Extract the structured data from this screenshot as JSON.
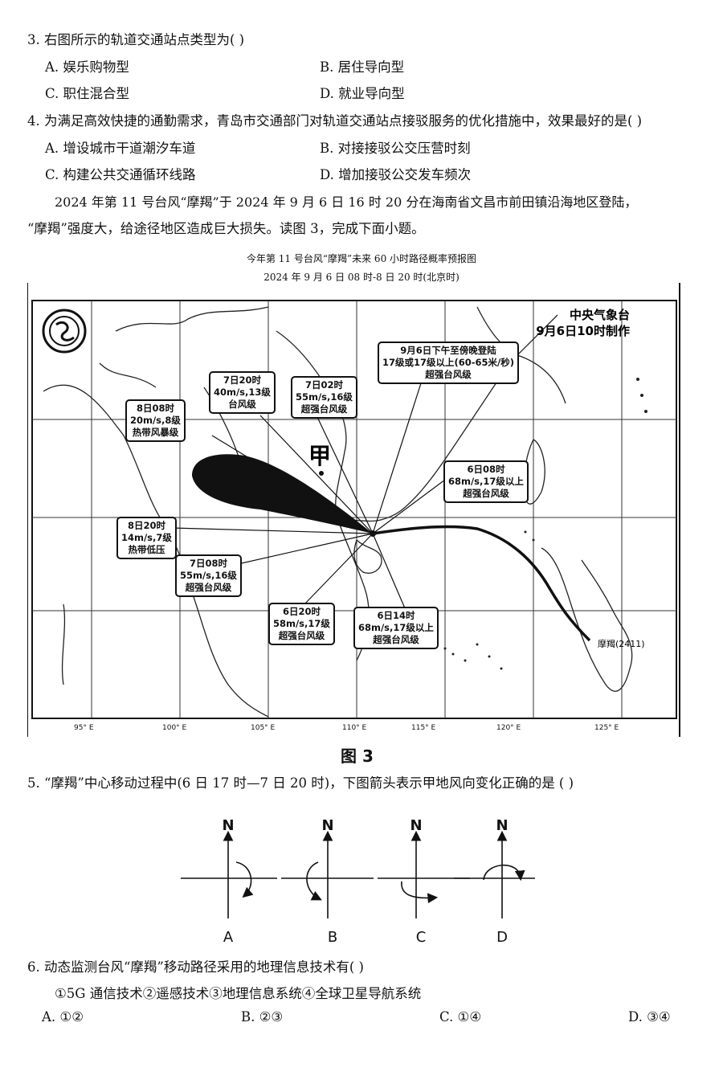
{
  "q3": {
    "stem": "3. 右图所示的轨道交通站点类型为( )",
    "options": [
      "A. 娱乐购物型",
      "B. 居住导向型",
      "C. 职住混合型",
      "D. 就业导向型"
    ]
  },
  "q4": {
    "stem": "4. 为满足高效快捷的通勤需求，青岛市交通部门对轨道交通站点接驳服务的优化措施中，效果最好的是( )",
    "options": [
      "A. 增设城市干道潮汐车道",
      "B. 对接接驳公交压营时刻",
      "C. 构建公共交通循环线路",
      "D. 增加接驳公交发车频次"
    ]
  },
  "intro": {
    "line1": "2024 年第 11 号台风“摩羯”于 2024 年 9 月 6 日 16 时 20 分在海南省文昌市前田镇沿海地区登陆，",
    "line2": "“摩羯”强度大，给途径地区造成巨大损失。读图 3，完成下面小题。"
  },
  "figure": {
    "title": "今年第 11 号台风“摩羯”未来 60 小时路径概率预报图",
    "subtitle": "2024 年 9 月 6 日 08 时-8 日 20 时(北京时)",
    "caption": "图 3",
    "agency": "中央气象台",
    "made": "9月6日10时制作",
    "place_label": "甲",
    "typhoon_label": "摩羯(2411)",
    "lon_labels": [
      "95° E",
      "100° E",
      "105° E",
      "110° E",
      "115° E",
      "120° E",
      "125° E"
    ],
    "labels": {
      "b1": [
        "8日08时",
        "20m/s,8级",
        "热带风暴级"
      ],
      "b2": [
        "7日20时",
        "40m/s,13级",
        "台风级"
      ],
      "b3": [
        "7日02时",
        "55m/s,16级",
        "超强台风级"
      ],
      "b4": [
        "9月6日下午至傍晚登陆",
        "17级或17级以上(60-65米/秒)",
        "超强台风级"
      ],
      "b5": [
        "6日08时",
        "68m/s,17级以上",
        "超强台风级"
      ],
      "b6": [
        "8日20时",
        "14m/s,7级",
        "热带低压"
      ],
      "b7": [
        "7日08时",
        "55m/s,16级",
        "超强台风级"
      ],
      "b8": [
        "6日20时",
        "58m/s,17级",
        "超强台风级"
      ],
      "b9": [
        "6日14时",
        "68m/s,17级以上",
        "超强台风级"
      ]
    }
  },
  "q5": {
    "stem": "5. “摩羯”中心移动过程中(6 日 17 时—7 日 20 时)，下图箭头表示甲地风向变化正确的是 ( )",
    "north": "N",
    "choices": [
      "A",
      "B",
      "C",
      "D"
    ]
  },
  "q6": {
    "stem": "6. 动态监测台风“摩羯”移动路径采用的地理信息技术有( )",
    "items": "①5G 通信技术②遥感技术③地理信息系统④全球卫星导航系统",
    "options": [
      "A. ①②",
      "B. ②③",
      "C. ①④",
      "D. ③④"
    ]
  }
}
